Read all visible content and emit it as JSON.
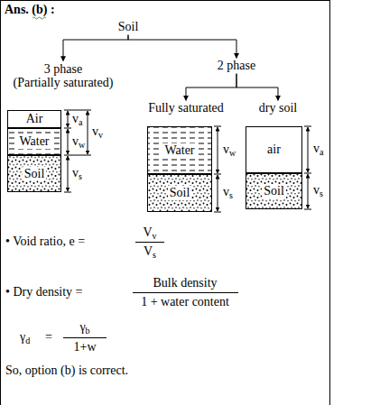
{
  "diagram": {
    "nodes": [
      {
        "text": [
          "Soil"
        ]
      },
      {
        "text": [
          "3 phase",
          "(Partially saturated)"
        ]
      },
      {
        "text": [
          "2 phase"
        ]
      },
      {
        "text": [
          "Fully saturated"
        ]
      },
      {
        "text": [
          "dry soil"
        ]
      },
      {
        "text": [
          "Air"
        ]
      },
      {
        "text": [
          "Water"
        ]
      },
      {
        "text": [
          "Soil"
        ]
      },
      {
        "text": [
          "Water"
        ]
      },
      {
        "text": [
          "Soil"
        ]
      },
      {
        "text": [
          "air"
        ]
      },
      {
        "text": [
          "Soil"
        ]
      }
    ],
    "edges": [
      {
        "from": 0,
        "to": 1,
        "arrow": "to"
      },
      {
        "from": 0,
        "to": 2,
        "arrow": "to"
      },
      {
        "from": 2,
        "to": 3,
        "arrow": "to"
      },
      {
        "from": 2,
        "to": 4,
        "arrow": "to"
      }
    ],
    "labels": [
      "Ans. (b) :",
      "va",
      "vw",
      "vv",
      "vs",
      "vw",
      "vs",
      "va",
      "vs",
      "• Void ratio, e =",
      "Vv",
      "Vs",
      "• Dry density =",
      "Bulk density",
      "1 + water content",
      "γd",
      "=",
      "γb",
      "1+w",
      "So, option (b) is correct."
    ]
  }
}
